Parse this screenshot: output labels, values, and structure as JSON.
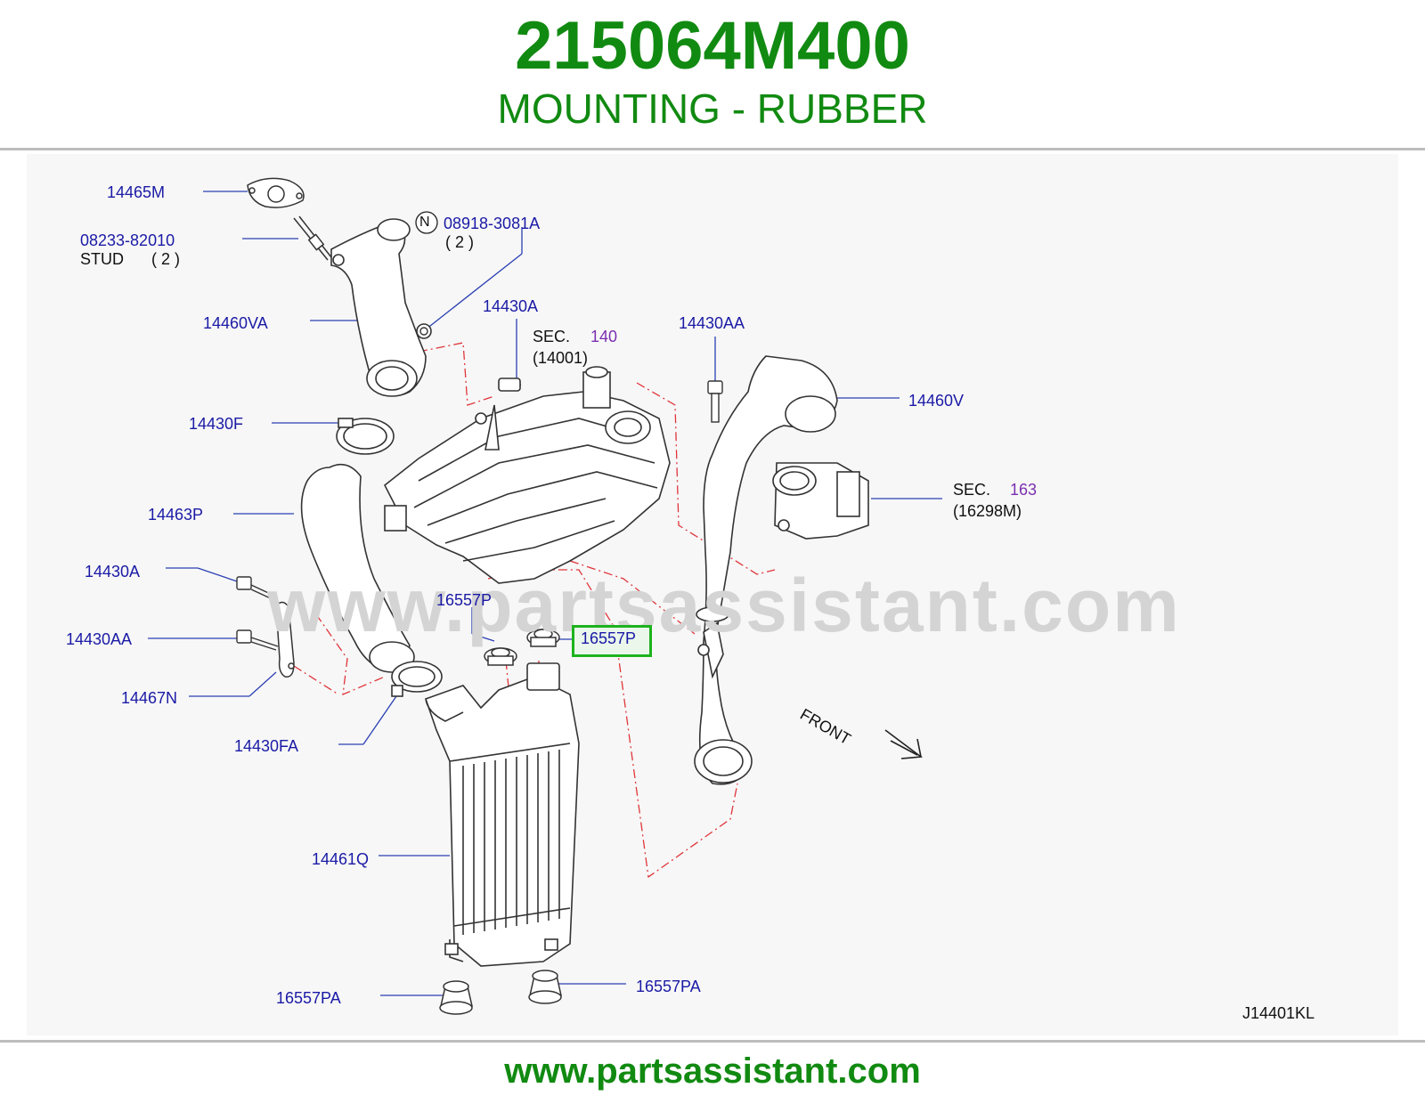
{
  "header": {
    "part_number": "215064M400",
    "description": "MOUNTING - RUBBER"
  },
  "watermark": "www.partsassistant.com",
  "footer": {
    "url": "www.partsassistant.com"
  },
  "diagram": {
    "code": "J14401KL",
    "front_label": "FRONT",
    "callouts": {
      "p14465M": "14465M",
      "p08233": "08233-82010",
      "stud": "STUD",
      "qty2a": "( 2 )",
      "n_circle": "N",
      "p08918": "08918-3081A",
      "qty2b": "( 2 )",
      "p14460VA": "14460VA",
      "p14430A_top": "14430A",
      "sec140_label": "SEC.",
      "sec140_num": "140",
      "sec140_ref": "(14001)",
      "p14430AA_top": "14430AA",
      "p14460V": "14460V",
      "p14430F": "14430F",
      "sec163_label": "SEC.",
      "sec163_num": "163",
      "sec163_ref": "(16298M)",
      "p14463P": "14463P",
      "p14430A_left": "14430A",
      "p16557P_left": "16557P",
      "p16557P_hl": "16557P",
      "p14430AA_left": "14430AA",
      "p14467N": "14467N",
      "p14430FA": "14430FA",
      "p14461Q": "14461Q",
      "p16557PA_right": "16557PA",
      "p16557PA_left": "16557PA"
    }
  },
  "colors": {
    "brand_green": "#118a11",
    "label_blue": "#1a1aa6",
    "section_purple": "#7b2fb0",
    "highlight": "#1db31d",
    "dash_red": "#e0353a"
  }
}
